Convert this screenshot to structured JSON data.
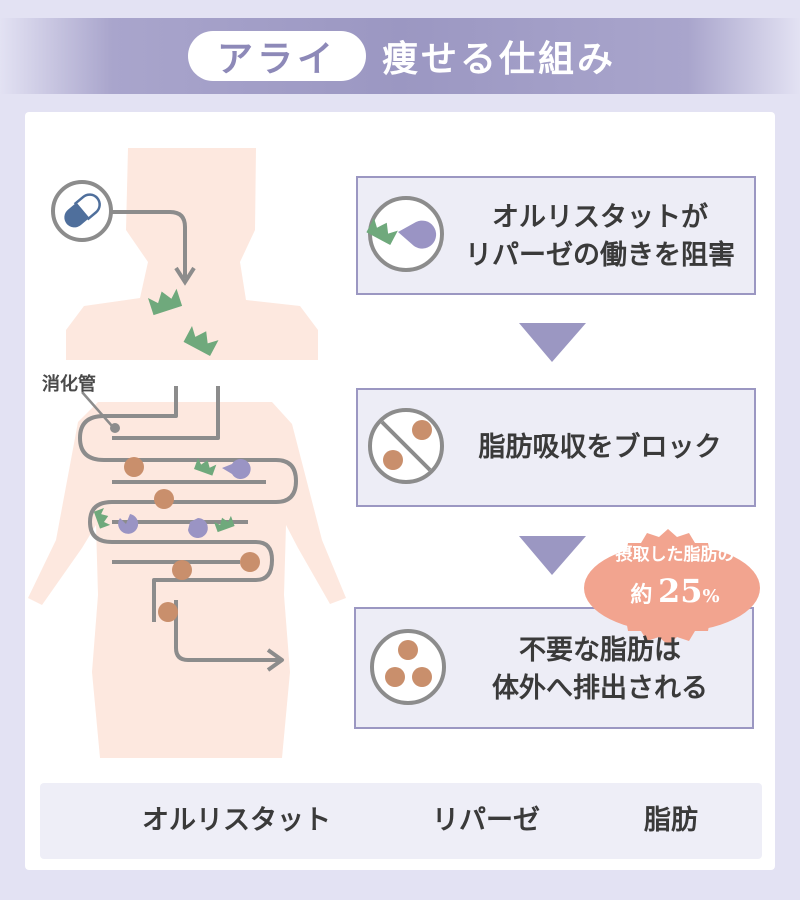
{
  "header": {
    "brand": "アライ",
    "title": "痩せる仕組み"
  },
  "diagram": {
    "tract_label": "消化管",
    "steps": [
      {
        "line1": "オルリスタットが",
        "line2": "リパーゼの働きを阻害"
      },
      {
        "line1": "脂肪吸収をブロック"
      },
      {
        "line1": "不要な脂肪は",
        "line2": "体外へ排出される"
      }
    ],
    "badge": {
      "caption": "摂取した脂肪の",
      "prefix": "約",
      "value": "25",
      "unit": "%"
    }
  },
  "legend": [
    {
      "icon": "orlistat-icon",
      "label": "オルリスタット"
    },
    {
      "icon": "lipase-icon",
      "label": "リパーゼ"
    },
    {
      "icon": "fat-icon",
      "label": "脂肪"
    }
  ],
  "colors": {
    "accent": "#9b97c2",
    "orlistat": "#6fa97c",
    "lipase": "#9a94c4",
    "fat": "#c98f6c",
    "body": "#fde8df",
    "badge": "#f2a48f",
    "capsule": "#4f6f9c"
  }
}
